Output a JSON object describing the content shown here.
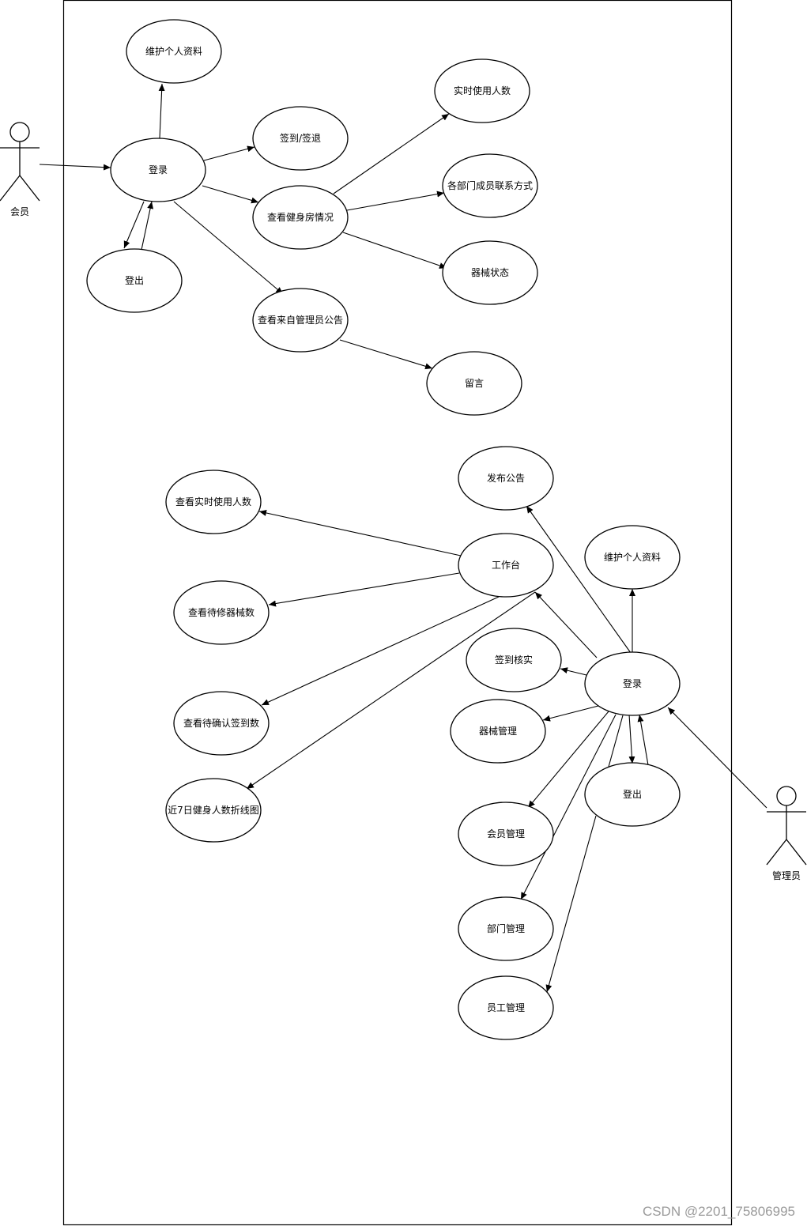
{
  "actors": {
    "member": "会员",
    "admin": "管理员"
  },
  "member_usecases": {
    "maintain_profile": "维护个人资料",
    "login": "登录",
    "checkin": "签到/签退",
    "logout": "登出",
    "gym_status": "查看健身房情况",
    "realtime_users": "实时使用人数",
    "dept_contacts": "各部门成员联系方式",
    "equipment_status": "器械状态",
    "admin_notice": "查看来自管理员公告",
    "message": "留言"
  },
  "admin_usecases": {
    "publish_notice": "发布公告",
    "dashboard": "工作台",
    "maintain_profile": "维护个人资料",
    "view_realtime_users": "查看实时使用人数",
    "view_repair_count": "查看待修器械数",
    "checkin_verify": "签到核实",
    "login": "登录",
    "equipment_mgmt": "器械管理",
    "view_pending_checkin": "查看待确认签到数",
    "logout": "登出",
    "week_chart": "近7日健身人数折线图",
    "member_mgmt": "会员管理",
    "dept_mgmt": "部门管理",
    "staff_mgmt": "员工管理"
  },
  "watermark": "CSDN @2201_75806995"
}
